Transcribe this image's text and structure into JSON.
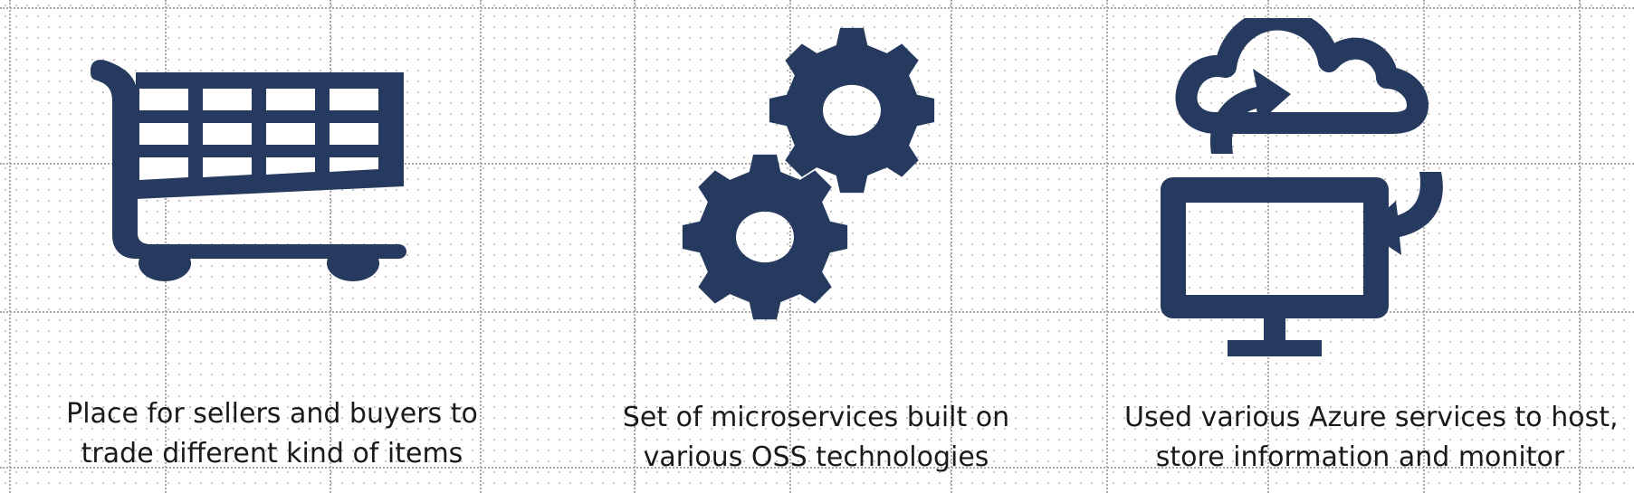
{
  "colors": {
    "icon": "#253a5e",
    "text": "#1a1a1a",
    "background": "#ffffff"
  },
  "features": [
    {
      "icon": "shopping-cart-icon",
      "caption_lines": [
        "Place for sellers and buyers to",
        "trade different kind of items"
      ]
    },
    {
      "icon": "gears-icon",
      "caption_lines": [
        "Set of microservices built on",
        "various OSS technologies"
      ]
    },
    {
      "icon": "cloud-sync-monitor-icon",
      "caption_lines": [
        "Used various Azure services to host,",
        "store information and monitor"
      ]
    }
  ]
}
